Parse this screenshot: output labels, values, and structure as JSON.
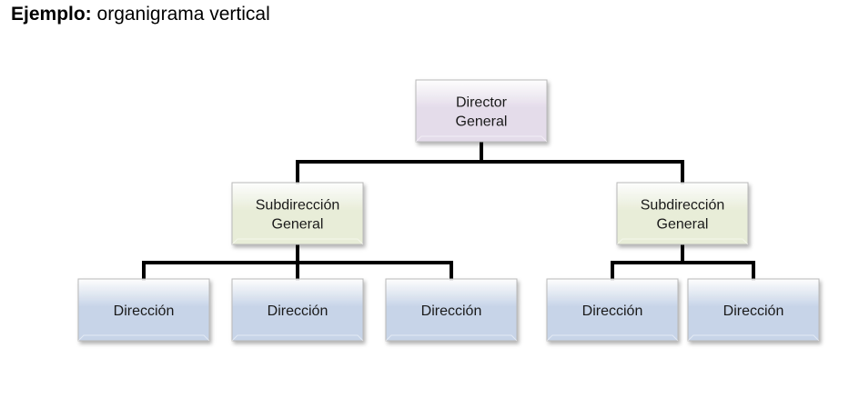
{
  "heading": {
    "bold": "Ejemplo:",
    "rest": " organigrama vertical"
  },
  "colors": {
    "director": "#e4dcea",
    "subdireccion": "#e8edd8",
    "direccion": "#c7d4e8",
    "connector": "#000000"
  },
  "org": {
    "root": {
      "lines": [
        "Director",
        "General"
      ],
      "children": [
        {
          "lines": [
            "Subdirección",
            "General"
          ],
          "children": [
            {
              "lines": [
                "Dirección"
              ]
            },
            {
              "lines": [
                "Dirección"
              ]
            },
            {
              "lines": [
                "Dirección"
              ]
            }
          ]
        },
        {
          "lines": [
            "Subdirección",
            "General"
          ],
          "children": [
            {
              "lines": [
                "Dirección"
              ]
            },
            {
              "lines": [
                "Dirección"
              ]
            }
          ]
        }
      ]
    }
  }
}
